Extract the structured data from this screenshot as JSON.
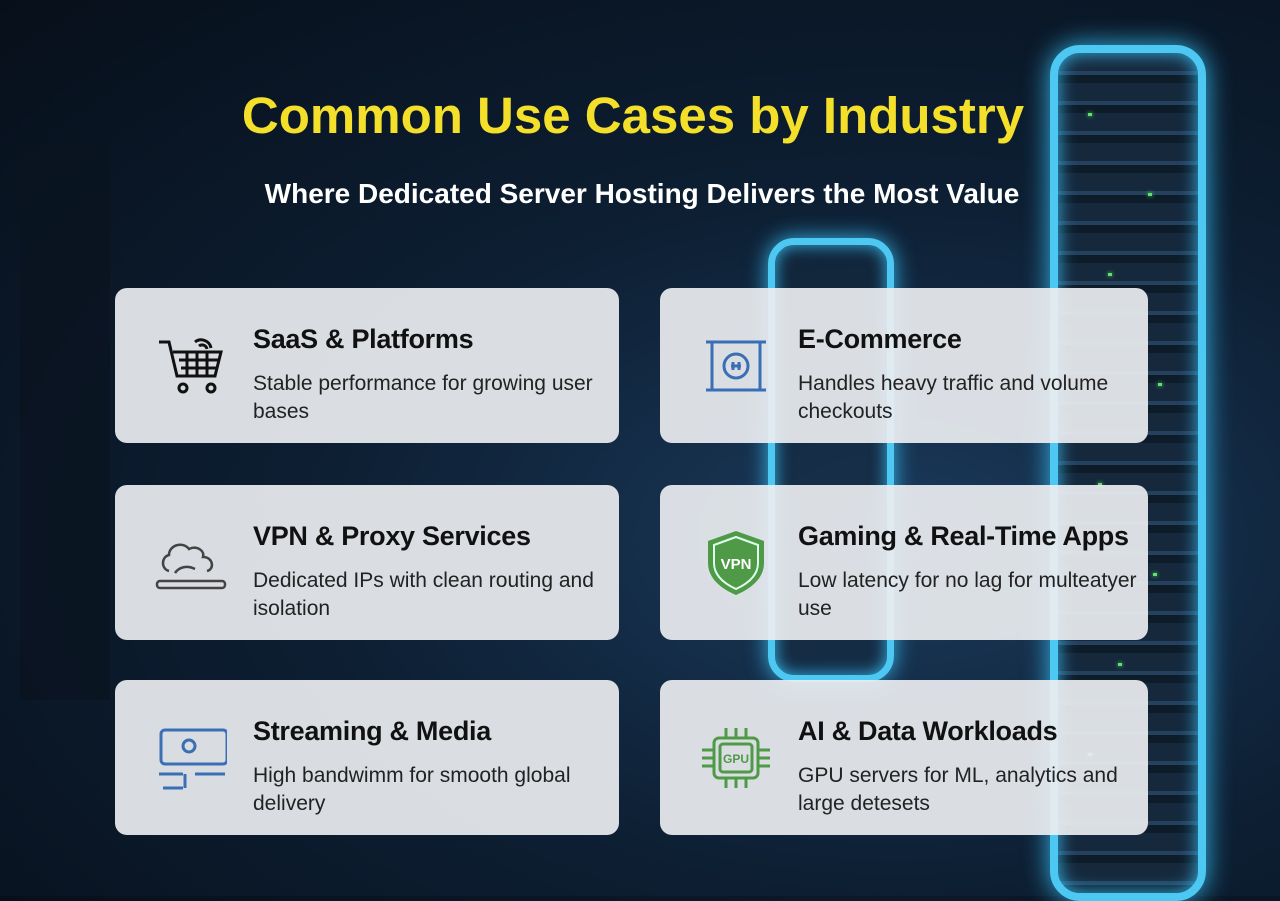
{
  "title": "Common Use Cases by Industry",
  "subtitle": "Where Dedicated Server Hosting Delivers the Most Value",
  "colors": {
    "title": "#f4e02a",
    "glow": "#4cc8f2",
    "icon_blue": "#3a6fb5",
    "icon_green": "#4e9a47"
  },
  "cards": [
    {
      "icon": "shopping-cart-icon",
      "title": "SaaS & Platforms",
      "description": "Stable performance for growing user bases"
    },
    {
      "icon": "server-device-icon",
      "title": "E-Commerce",
      "description": "Handles heavy traffic and volume checkouts"
    },
    {
      "icon": "cloud-icon",
      "title": "VPN & Proxy Services",
      "description": "Dedicated IPs with clean routing and isolation"
    },
    {
      "icon": "vpn-shield-icon",
      "icon_text": "VPN",
      "title": "Gaming & Real-Time Apps",
      "description": "Low latency for no lag for multeatyer use"
    },
    {
      "icon": "media-screen-icon",
      "title": "Streaming & Media",
      "description": "High bandwimm for smooth global delivery"
    },
    {
      "icon": "gpu-chip-icon",
      "icon_text": "GPU",
      "title": "AI & Data Workloads",
      "description": "GPU servers for ML, analytics and large detesets"
    }
  ]
}
